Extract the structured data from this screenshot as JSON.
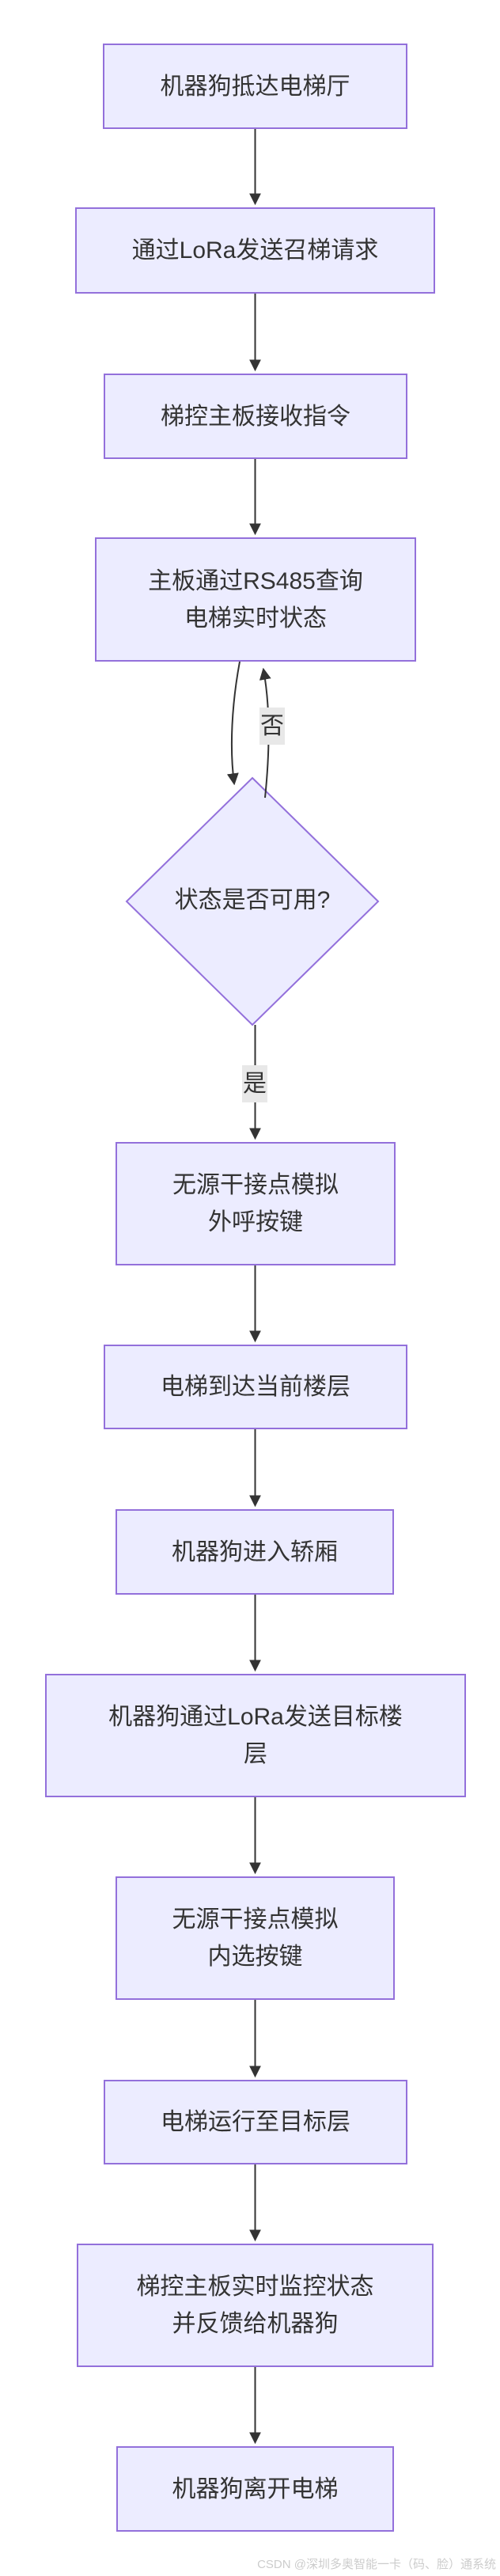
{
  "diagram": {
    "type": "flowchart-vertical",
    "nodes": [
      {
        "id": "A",
        "shape": "rect",
        "label": "机器狗抵达电梯厅"
      },
      {
        "id": "B",
        "shape": "rect",
        "label": "通过LoRa发送召梯请求"
      },
      {
        "id": "C",
        "shape": "rect",
        "label": "梯控主板接收指令"
      },
      {
        "id": "D",
        "shape": "rect",
        "label": "主板通过RS485查询\n电梯实时状态"
      },
      {
        "id": "E",
        "shape": "diamond",
        "label": "状态是否可用?"
      },
      {
        "id": "F",
        "shape": "rect",
        "label": "无源干接点模拟\n外呼按键"
      },
      {
        "id": "G",
        "shape": "rect",
        "label": "电梯到达当前楼层"
      },
      {
        "id": "H",
        "shape": "rect",
        "label": "机器狗进入轿厢"
      },
      {
        "id": "I",
        "shape": "rect",
        "label": "机器狗通过LoRa发送目标楼\n层"
      },
      {
        "id": "J",
        "shape": "rect",
        "label": "无源干接点模拟\n内选按键"
      },
      {
        "id": "K",
        "shape": "rect",
        "label": "电梯运行至目标层"
      },
      {
        "id": "L",
        "shape": "rect",
        "label": "梯控主板实时监控状态\n并反馈给机器狗"
      },
      {
        "id": "M",
        "shape": "rect",
        "label": "机器狗离开电梯"
      }
    ],
    "edge_labels": {
      "yes": "是",
      "no": "否"
    }
  },
  "watermark": "CSDN @深圳多奥智能一卡（码、脸）通系统",
  "colors": {
    "node-fill": "#ECECFF",
    "node-border": "#9370DB",
    "edge-color": "#333333",
    "text-color": "#333333",
    "label-bg": "#e8e8e8",
    "watermark-color": "#cccccc"
  }
}
